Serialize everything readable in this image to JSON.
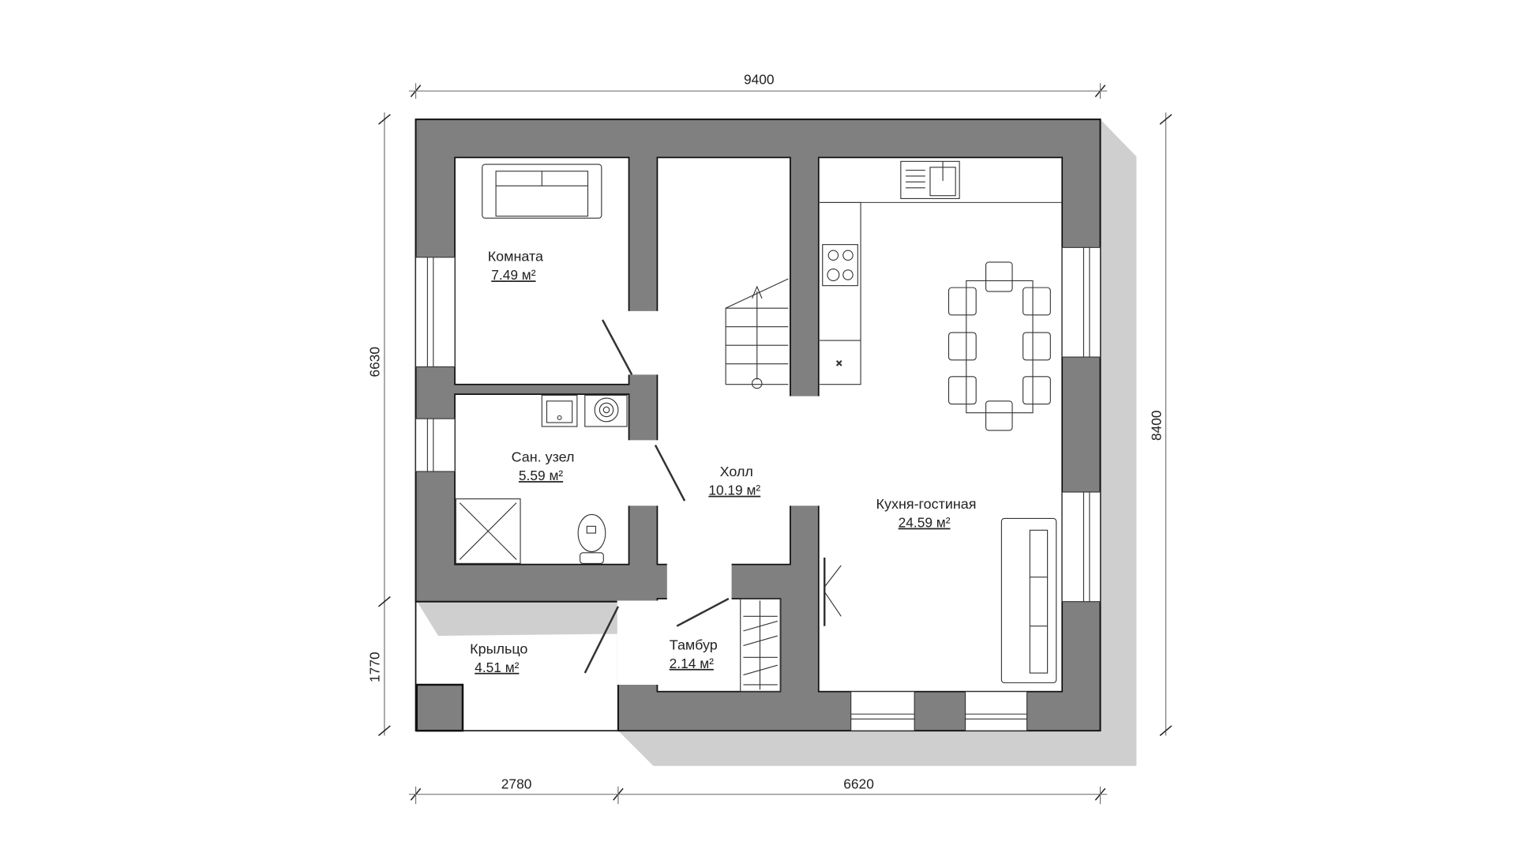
{
  "plan": {
    "dimensions": {
      "top_total": "9400",
      "left_main": "6630",
      "left_porch": "1770",
      "right_total": "8400",
      "bottom_porch": "2780",
      "bottom_main": "6620"
    },
    "rooms": [
      {
        "name": "Комната",
        "area": "7.49 м²"
      },
      {
        "name": "Сан. узел",
        "area": "5.59 м²"
      },
      {
        "name": "Холл",
        "area": "10.19 м²"
      },
      {
        "name": "Кухня-гостиная",
        "area": "24.59 м²"
      },
      {
        "name": "Крыльцо",
        "area": "4.51 м²"
      },
      {
        "name": "Тамбур",
        "area": "2.14 м²"
      }
    ],
    "colors": {
      "wall": "#808080",
      "shadow": "#cfcfcf"
    }
  }
}
